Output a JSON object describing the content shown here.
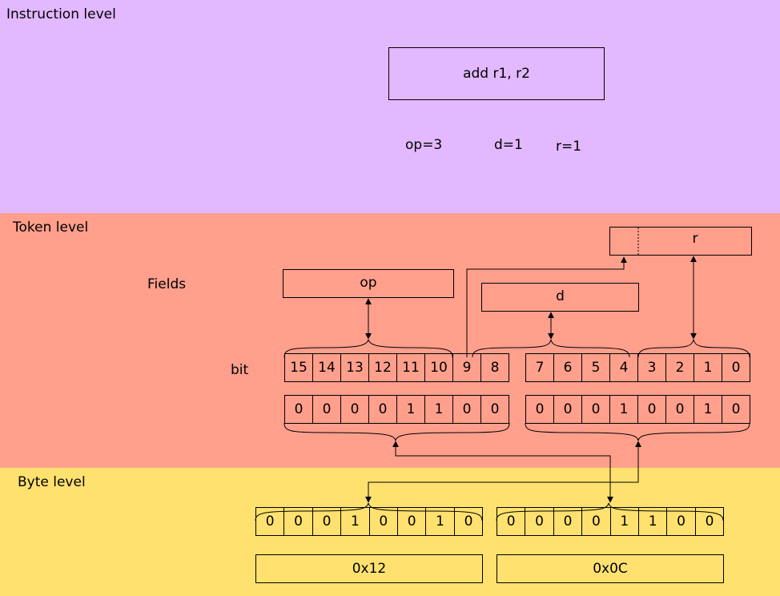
{
  "instruction_level": {
    "title": "Instruction level",
    "instruction": "add r1, r2",
    "op_value": "op=3",
    "d_value": "d=1",
    "r_value": "r=1"
  },
  "token_level": {
    "title": "Token level",
    "fields_label": "Fields",
    "bit_label": "bit",
    "field_op": "op",
    "field_d": "d",
    "field_r": "r",
    "bit_numbers": [
      "15",
      "14",
      "13",
      "12",
      "11",
      "10",
      "9",
      "8",
      "7",
      "6",
      "5",
      "4",
      "3",
      "2",
      "1",
      "0"
    ],
    "bit_values": [
      "0",
      "0",
      "0",
      "0",
      "1",
      "1",
      "0",
      "0",
      "0",
      "0",
      "0",
      "1",
      "0",
      "0",
      "1",
      "0"
    ]
  },
  "byte_level": {
    "title": "Byte level",
    "byte_bits": [
      "0",
      "0",
      "0",
      "1",
      "0",
      "0",
      "1",
      "0",
      "0",
      "0",
      "0",
      "0",
      "1",
      "1",
      "0",
      "0"
    ],
    "hex_values": [
      "0x12",
      "0x0C"
    ]
  }
}
